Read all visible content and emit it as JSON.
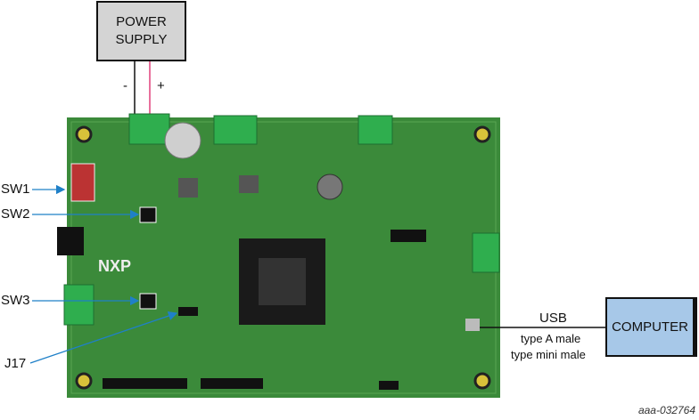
{
  "power_supply": {
    "label_line1": "POWER",
    "label_line2": "SUPPLY",
    "minus": "-",
    "plus": "+"
  },
  "computer": {
    "label": "COMPUTER"
  },
  "usb": {
    "label": "USB",
    "line1": "type A male",
    "line2": "type mini male"
  },
  "callouts": {
    "sw1": "SW1",
    "sw2": "SW2",
    "sw3": "SW3",
    "j17": "J17"
  },
  "board": {
    "logo": "NXP"
  },
  "figure_id": "aaa-032764",
  "colors": {
    "board": "#3b8a3a",
    "arrow": "#1f80c8",
    "wire_plus": "#e0407a",
    "computer": "#a7c8e8",
    "supply": "#d4d4d4"
  }
}
